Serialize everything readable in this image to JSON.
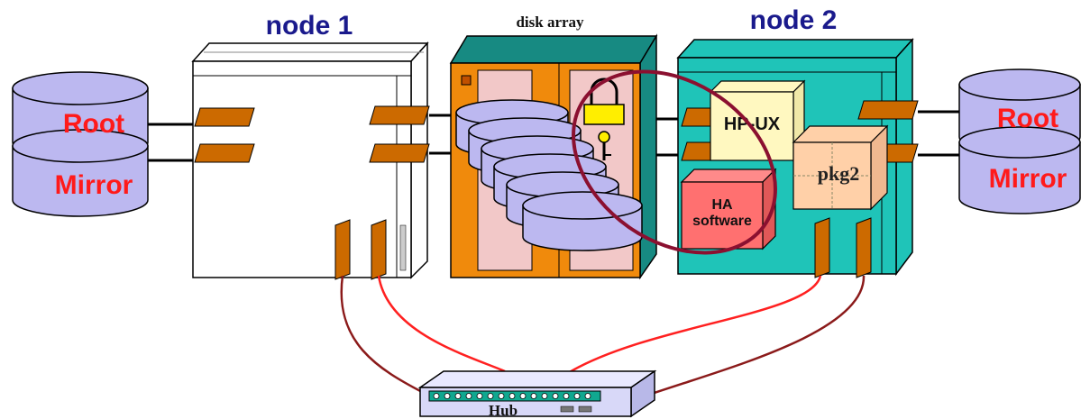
{
  "labels": {
    "node1": "node 1",
    "node2": "node 2",
    "disk_array": "disk array",
    "root_left": "Root",
    "mirror_left": "Mirror",
    "root_right": "Root",
    "mirror_right": "Mirror",
    "hpux": "HP-UX",
    "pkg2": "pkg2",
    "ha_line1": "HA",
    "ha_line2": "software",
    "hub": "Hub"
  },
  "colors": {
    "node1_body": "#ffffff",
    "node2_body": "#1fc4b8",
    "disk_array_frame": "#f08a0c",
    "disk_array_top": "#178a82",
    "disk_fill": "#bcb8f0",
    "root_mirror_fill": "#bcb8f0",
    "root_mirror_text": "#ff1a1a",
    "connector": "#cc6a00",
    "cable_red": "#ff2020",
    "cable_dark": "#8b1a1a",
    "ellipse_highlight": "#8b1030",
    "hpux_box": "#fff8c0",
    "pkg_box": "#ffd0a8",
    "ha_box": "#ff7070",
    "hub_body": "#d8d8f8",
    "hub_leds": "#10a890",
    "lock": "#ffee00",
    "node_label": "#1a1a8c"
  },
  "icons": [
    "lock-icon",
    "key-icon"
  ]
}
